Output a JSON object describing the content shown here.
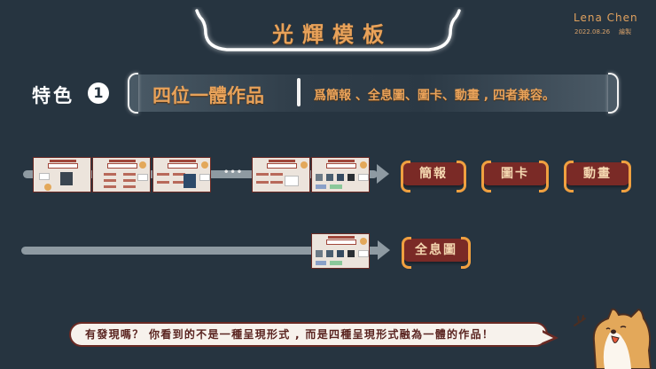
{
  "header": {
    "title": "光輝模板",
    "author": "Lena Chen",
    "date": "2022.08.26",
    "credit": "繪製"
  },
  "feature": {
    "label": "特色",
    "number": "1",
    "main": "四位一體作品",
    "sub": "爲簡報 、全息圖、圖卡、動畫 , 四者兼容。"
  },
  "row1": {
    "ellipsis": "•••",
    "slides": 5,
    "tags": [
      {
        "label": "簡報"
      },
      {
        "label": "圖卡"
      },
      {
        "label": "動畫"
      }
    ]
  },
  "row2": {
    "slides": 1,
    "tags": [
      {
        "label": "全息圖"
      }
    ]
  },
  "bubble": {
    "text": "有發現嗎？ 你看到的不是一種呈現形式 , 而是四種呈現形式融為一體的作品！"
  },
  "colors": {
    "background": "#263440",
    "accent_orange": "#e8a25a",
    "tag_red": "#7a2a26",
    "track_gray": "#8e9aa2"
  }
}
